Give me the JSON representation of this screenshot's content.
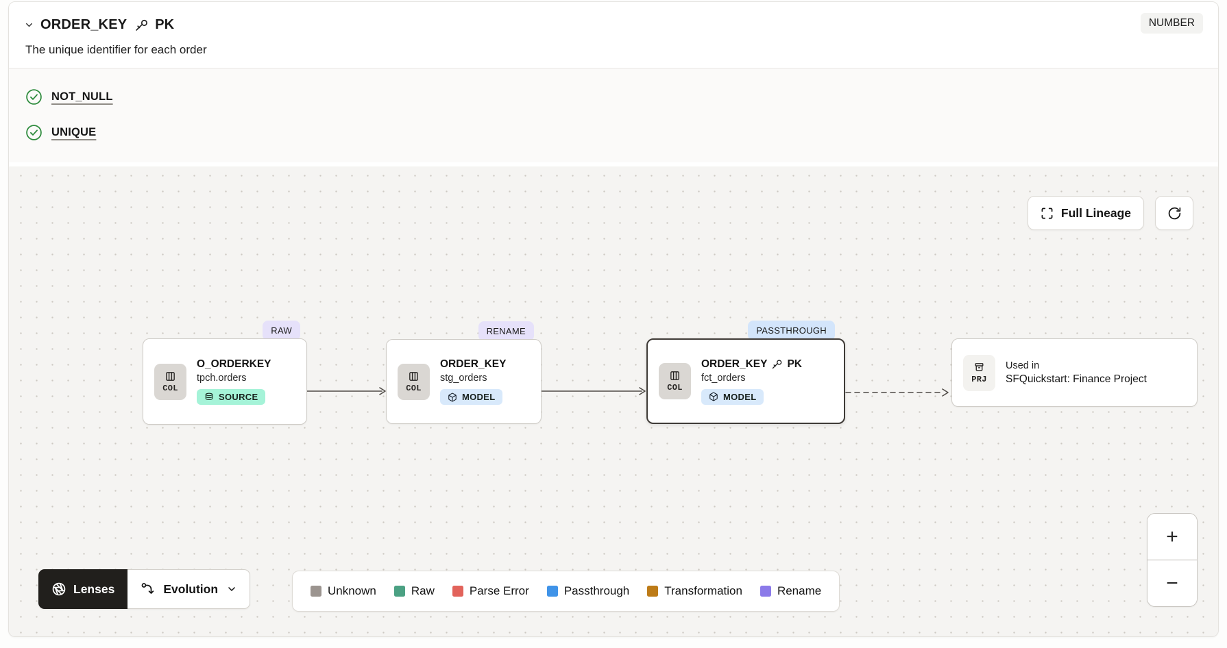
{
  "header": {
    "column_name": "ORDER_KEY",
    "pk_label": "PK",
    "type_badge": "NUMBER",
    "description": "The unique identifier for each order"
  },
  "tests": {
    "items": [
      {
        "label": "NOT_NULL"
      },
      {
        "label": "UNIQUE"
      }
    ]
  },
  "toolbar": {
    "full_lineage_label": "Full Lineage"
  },
  "nodes": [
    {
      "kind": "COL",
      "title": "O_ORDERKEY",
      "subtitle": "tpch.orders",
      "chip": "SOURCE",
      "chip_color": "#a5f3d8",
      "tag": "RAW",
      "tag_color": "#e6e1fa"
    },
    {
      "kind": "COL",
      "title": "ORDER_KEY",
      "subtitle": "stg_orders",
      "chip": "MODEL",
      "chip_color": "#d8e9fb",
      "tag": "RENAME",
      "tag_color": "#e6e1fa"
    },
    {
      "kind": "COL",
      "title": "ORDER_KEY",
      "pk_label": "PK",
      "subtitle": "fct_orders",
      "chip": "MODEL",
      "chip_color": "#d8e9fb",
      "tag": "PASSTHROUGH",
      "tag_color": "#d3e5fb"
    },
    {
      "kind": "PRJ",
      "title": "Used in",
      "subtitle": "SFQuickstart: Finance Project"
    }
  ],
  "lenses_bar": {
    "lenses_label": "Lenses",
    "active_lens": "Evolution"
  },
  "legend": {
    "items": [
      {
        "label": "Unknown",
        "color": "#9b948f"
      },
      {
        "label": "Raw",
        "color": "#4ba183"
      },
      {
        "label": "Parse Error",
        "color": "#e2635b"
      },
      {
        "label": "Passthrough",
        "color": "#3f93e8"
      },
      {
        "label": "Transformation",
        "color": "#bd7b17"
      },
      {
        "label": "Rename",
        "color": "#8b7ae9"
      }
    ]
  },
  "zoom_controls": {
    "zoom_in": "+",
    "zoom_out": "−"
  },
  "status_colors": {
    "check_green": "#2e8b3d"
  }
}
